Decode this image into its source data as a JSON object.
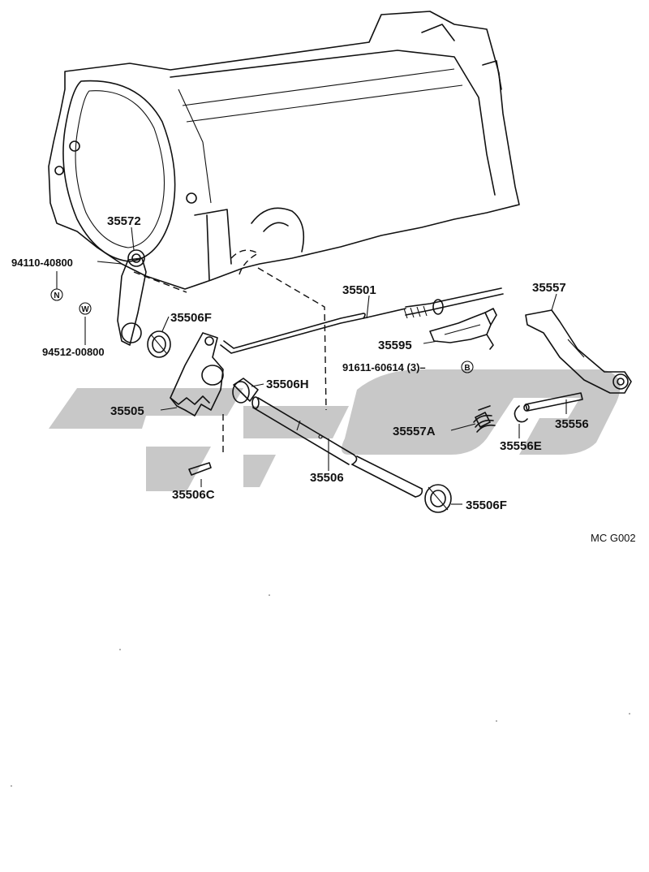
{
  "labels": {
    "p35572": "35572",
    "p94110": "94110-40800",
    "p94512": "94512-00800",
    "p35506F_top": "35506F",
    "p35505": "35505",
    "p35506H": "35506H",
    "p35506C": "35506C",
    "p35506": "35506",
    "p35506F_bottom": "35506F",
    "p35501": "35501",
    "p35595": "35595",
    "p91611": "91611-60614 (3)–",
    "p35557": "35557",
    "p35557A": "35557A",
    "p35556E": "35556E",
    "p35556": "35556",
    "figure_code": "MC G002"
  },
  "markers": {
    "N": "N",
    "W": "W",
    "B": "B"
  }
}
